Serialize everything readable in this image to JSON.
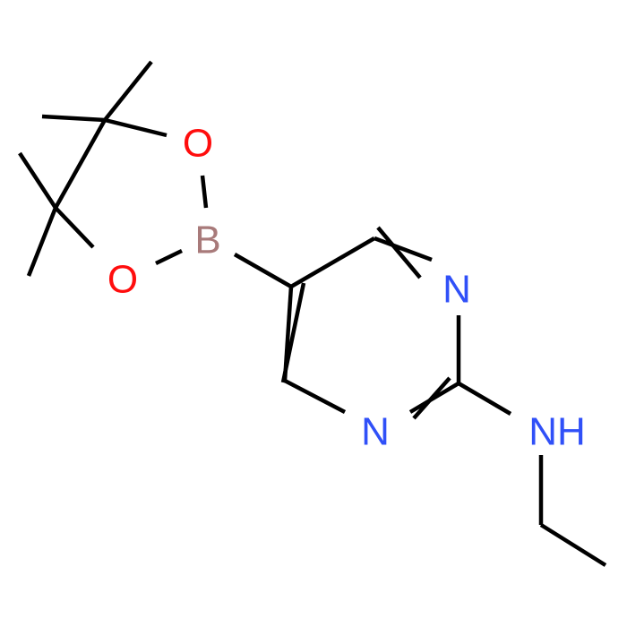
{
  "colors": {
    "bond": "#000000",
    "oxygen": "#ff0d0d",
    "nitrogen": "#3050f8",
    "boron": "#a87a7a",
    "background": "#ffffff"
  },
  "atoms": {
    "o_top": "O",
    "o_bottom": "O",
    "b": "B",
    "n_ring_top": "N",
    "n_ring_bottom": "N",
    "nh": "NH"
  }
}
